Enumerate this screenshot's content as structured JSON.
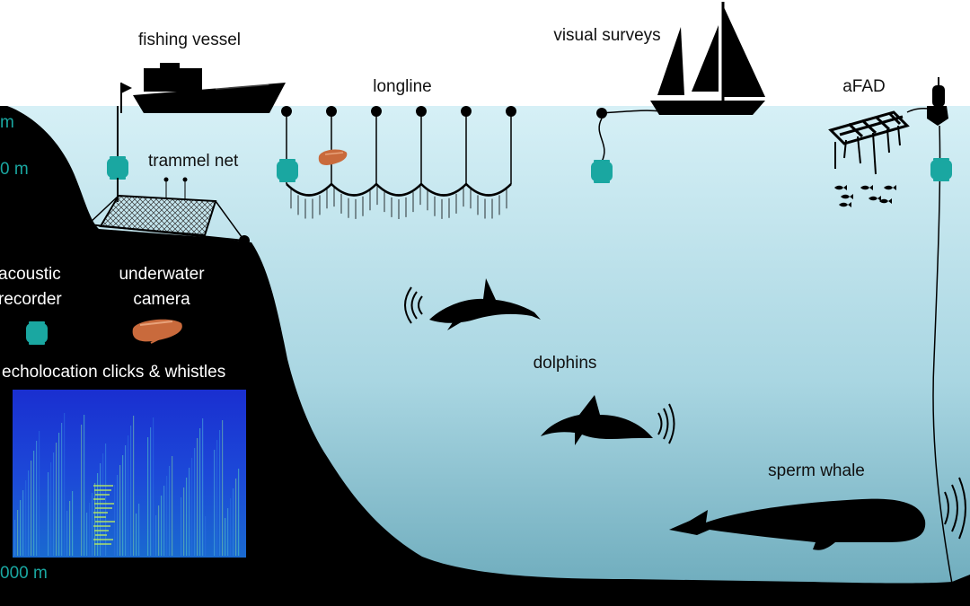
{
  "labels": {
    "fishing_vessel": "fishing vessel",
    "longline": "longline",
    "visual_surveys": "visual surveys",
    "afad": "aFAD",
    "trammel_net": "trammel net",
    "dolphins": "dolphins",
    "sperm_whale": "sperm whale"
  },
  "legend": {
    "acoustic_recorder": "acoustic\nrecorder",
    "underwater_camera": "underwater\ncamera",
    "spectrogram_title": "echolocation clicks & whistles"
  },
  "depth_labels": {
    "surface": "m",
    "middle": "0 m",
    "bottom": "000 m"
  },
  "colors": {
    "sea_top": "#d6f0f6",
    "sea_bottom": "#7ab6c6",
    "seabed": "#000000",
    "recorder": "#1aa7a1",
    "camera": "#c96a3c",
    "spectrogram_bg": "#1632c8"
  }
}
